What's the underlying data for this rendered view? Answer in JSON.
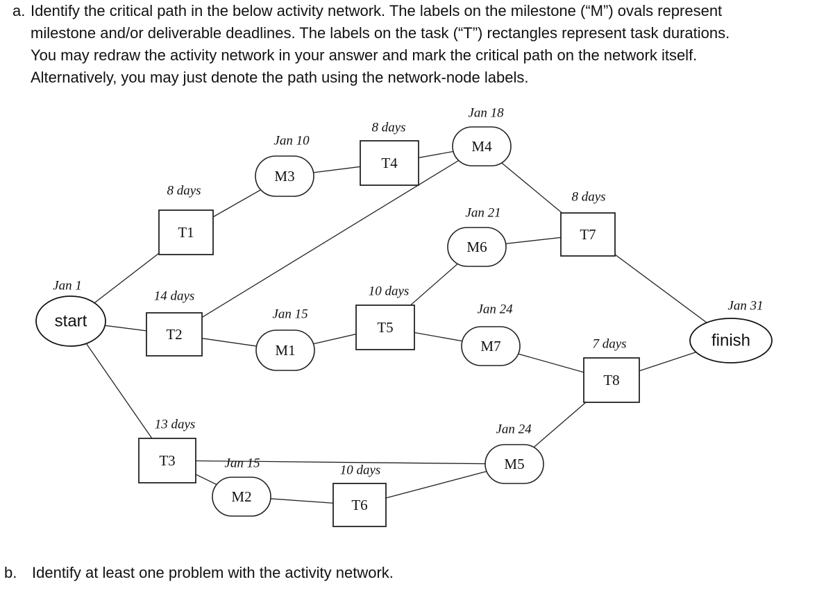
{
  "question_a": {
    "letter": "a.",
    "lines": [
      "Identify the critical path in the below activity network. The labels on the milestone (“M”) ovals represent",
      "milestone and/or deliverable deadlines. The labels on the task (“T”) rectangles represent task durations.",
      "You may redraw the activity network in your answer and mark the critical path on the network itself.",
      "Alternatively, you may just denote the path using the network-node labels."
    ]
  },
  "question_b": {
    "letter": "b.",
    "text": "Identify at least one problem with the activity network."
  },
  "network": {
    "terminals": {
      "start": {
        "label": "start",
        "date": "Jan 1"
      },
      "finish": {
        "label": "finish",
        "date": "Jan 31"
      }
    },
    "tasks": {
      "T1": {
        "label": "T1",
        "duration": "8 days"
      },
      "T2": {
        "label": "T2",
        "duration": "14 days"
      },
      "T3": {
        "label": "T3",
        "duration": "13 days"
      },
      "T4": {
        "label": "T4",
        "duration": "8 days"
      },
      "T5": {
        "label": "T5",
        "duration": "10 days"
      },
      "T6": {
        "label": "T6",
        "duration": "10 days"
      },
      "T7": {
        "label": "T7",
        "duration": "8 days"
      },
      "T8": {
        "label": "T8",
        "duration": "7 days"
      }
    },
    "milestones": {
      "M1": {
        "label": "M1",
        "deadline": "Jan 15"
      },
      "M2": {
        "label": "M2",
        "deadline": "Jan 15"
      },
      "M3": {
        "label": "M3",
        "deadline": "Jan 10"
      },
      "M4": {
        "label": "M4",
        "deadline": "Jan 18"
      },
      "M5": {
        "label": "M5",
        "deadline": "Jan 24"
      },
      "M6": {
        "label": "M6",
        "deadline": "Jan 21"
      },
      "M7": {
        "label": "M7",
        "deadline": "Jan 24"
      }
    },
    "edges": [
      [
        "start",
        "T1"
      ],
      [
        "start",
        "T2"
      ],
      [
        "start",
        "T3"
      ],
      [
        "T1",
        "M3"
      ],
      [
        "M3",
        "T4"
      ],
      [
        "T4",
        "M4"
      ],
      [
        "T2",
        "M4"
      ],
      [
        "T2",
        "M1"
      ],
      [
        "M1",
        "T5"
      ],
      [
        "T5",
        "M6"
      ],
      [
        "T5",
        "M7"
      ],
      [
        "M4",
        "T7"
      ],
      [
        "M6",
        "T7"
      ],
      [
        "T7",
        "finish"
      ],
      [
        "M7",
        "T8"
      ],
      [
        "T8",
        "finish"
      ],
      [
        "T3",
        "M5"
      ],
      [
        "T3",
        "M2"
      ],
      [
        "M2",
        "T6"
      ],
      [
        "T6",
        "M5"
      ],
      [
        "M5",
        "T8"
      ]
    ]
  }
}
